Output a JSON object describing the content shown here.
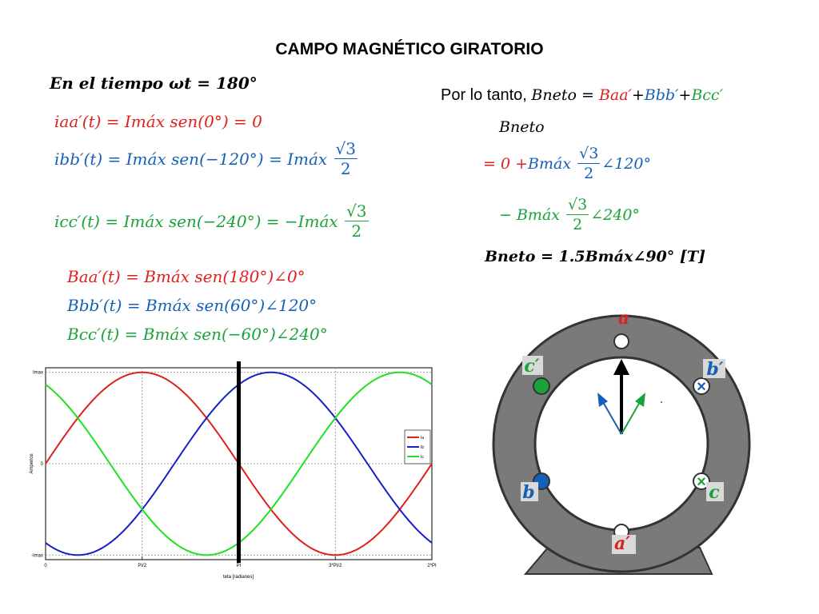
{
  "title": "CAMPO MAGNÉTICO GIRATORIO",
  "time_label": "En el tiempo ωt = 180°",
  "currents": {
    "iaa": "iaa′(t) = Imáx sen(0°) = 0",
    "ibb_left": "ibb′(t) = Imáx sen(−120°) = Imáx",
    "icc_left": "icc′(t) = Imáx sen(−240°) = −Imáx",
    "sqrt3": "√3",
    "two": "2"
  },
  "fields": {
    "baa": "Baa′(t) = Bmáx sen(180°)∠0°",
    "bbb": "Bbb′(t) = Bmáx sen(60°)∠120°",
    "bcc": "Bcc′(t) = Bmáx sen(−60°)∠240°"
  },
  "conclusion": {
    "por_lo_tanto": "Por lo tanto, ",
    "bneto": "Bneto",
    "eq_sign": " = ",
    "baa": "Baa′",
    "plus1": "+",
    "bbb": "Bbb′",
    "plus2": "+",
    "bcc": "Bcc′",
    "bneto_line": "Bneto",
    "line2_eq": "= 0 + ",
    "line2_b": "Bmáx",
    "line2_angle": "∠120°",
    "line3_minus": "− Bmáx",
    "line3_angle": "∠240°",
    "result": "Bneto = 1.5Bmáx∠90° [T]"
  },
  "motor_labels": {
    "a": "a",
    "a_prime": "a′",
    "b": "b",
    "b_prime": "b′",
    "c": "c",
    "c_prime": "c′",
    "cross": "×"
  },
  "colors": {
    "red": "#e0201b",
    "blue": "#1560b8",
    "green": "#1aa33a",
    "stator": "#7a7a7a",
    "base": "#7a7a7a"
  },
  "chart_data": {
    "type": "line",
    "xlabel": "teta [radianes]",
    "ylabel": "Amperios",
    "x_ticks": [
      "0",
      "PI/2",
      "PI",
      "3*PI/2",
      "2*PI"
    ],
    "y_ticks": [
      "Imax",
      "0",
      "-Imax"
    ],
    "xlim": [
      0,
      6.2832
    ],
    "ylim": [
      -1.05,
      1.05
    ],
    "grid": true,
    "legend": "right",
    "marker_x": 3.1416,
    "series": [
      {
        "name": "Ia",
        "function": "sin(x)",
        "phase_deg": 0,
        "color": "#e0201b"
      },
      {
        "name": "Ib",
        "function": "sin(x - 120°)",
        "phase_deg": -120,
        "color": "#1520c8"
      },
      {
        "name": "Ic",
        "function": "sin(x - 240°)",
        "phase_deg": -240,
        "color": "#20e020"
      }
    ]
  }
}
